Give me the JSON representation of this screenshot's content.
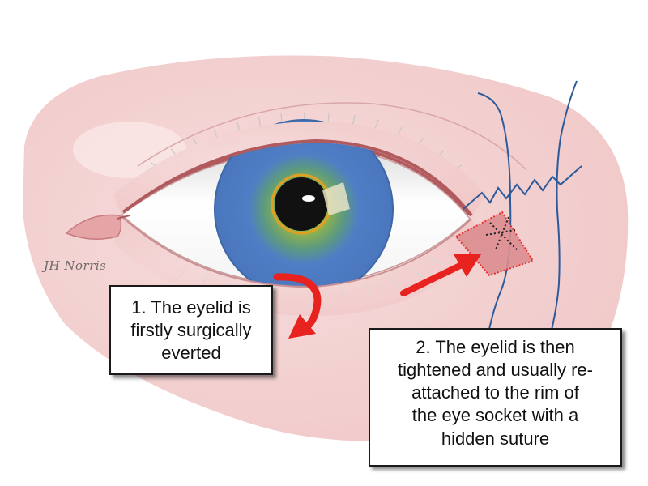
{
  "signature": "JH Norris",
  "callouts": [
    {
      "lines": [
        "1. The eyelid is",
        "firstly surgically",
        "everted"
      ]
    },
    {
      "lines": [
        "2. The eyelid is then",
        "tightened and usually re-",
        "attached to the rim of",
        "the eye socket with a",
        "hidden suture"
      ]
    }
  ],
  "colors": {
    "skin": "#f2cfcf",
    "iris": "#4f7ec5",
    "arrow": "#e8221f",
    "rim_line": "#2d5a9a",
    "lid_margin": "#b15a5e"
  }
}
